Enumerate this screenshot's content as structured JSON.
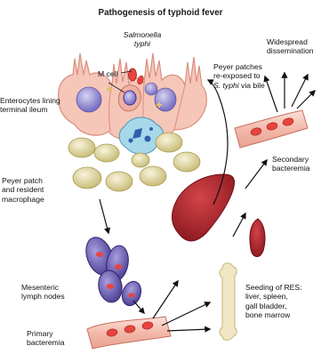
{
  "title": "Pathogenesis of typhoid fever",
  "labels": {
    "salmonella_line1": "Salmonella",
    "salmonella_line2": "typhi",
    "m_cell": "M cell",
    "enterocytes_line1": "Enterocytes lining",
    "enterocytes_line2": "terminal ileum",
    "peyer_line1": "Peyer patch",
    "peyer_line2": "and resident",
    "peyer_line3": "macrophage",
    "mesenteric_line1": "Mesenteric",
    "mesenteric_line2": "lymph nodes",
    "primary_line1": "Primary",
    "primary_line2": "bacteremia",
    "reexposed_line1": "Peyer patches",
    "reexposed_line2": "re-exposed to",
    "reexposed_line3_italic": "S. typhi",
    "reexposed_line3_rest": " via bile",
    "widespread_line1": "Widespread",
    "widespread_line2": "dissemination",
    "secondary_line1": "Secondary",
    "secondary_line2": "bacteremia",
    "seeding_line1": "Seeding of RES:",
    "seeding_line2": "liver, spleen,",
    "seeding_line3": "gall bladder,",
    "seeding_line4": "bone marrow"
  },
  "colors": {
    "enterocyte": "#f6c6b8",
    "enterocyte_edge": "#d98e80",
    "nucleus": "#9f98d8",
    "bacterium": "#e8443f",
    "peyer_cell": "#e7dfae",
    "macrophage": "#a6d8ea",
    "lymph_node": "#6f62b0",
    "vessel": "#f6c8bc",
    "liver": "#b3242d",
    "bone": "#f1e6c4"
  }
}
